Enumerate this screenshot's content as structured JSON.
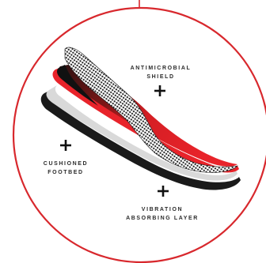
{
  "colors": {
    "ring": "#d8282d",
    "accent_red": "#e8232a",
    "dark_red": "#8e1a1a",
    "black": "#1a1a1a",
    "grey": "#d9d9d9",
    "label": "#2b2b2b"
  },
  "callouts": [
    {
      "id": "antimicrobial",
      "lines": [
        "ANTIMICROBIAL",
        "SHIELD"
      ],
      "icon": "plus-icon"
    },
    {
      "id": "cushioned",
      "lines": [
        "CUSHIONED",
        "FOOTBED"
      ],
      "icon": "plus-icon"
    },
    {
      "id": "vibration",
      "lines": [
        "VIBRATION",
        "ABSORBING LAYER"
      ],
      "icon": "plus-icon"
    }
  ],
  "layers": [
    {
      "id": "mesh",
      "pattern": "woven-mesh"
    },
    {
      "id": "red-top",
      "color": "accent_red"
    },
    {
      "id": "black-core",
      "color": "black"
    },
    {
      "id": "grey-cushion",
      "color": "grey"
    },
    {
      "id": "black-base",
      "color": "black"
    }
  ]
}
